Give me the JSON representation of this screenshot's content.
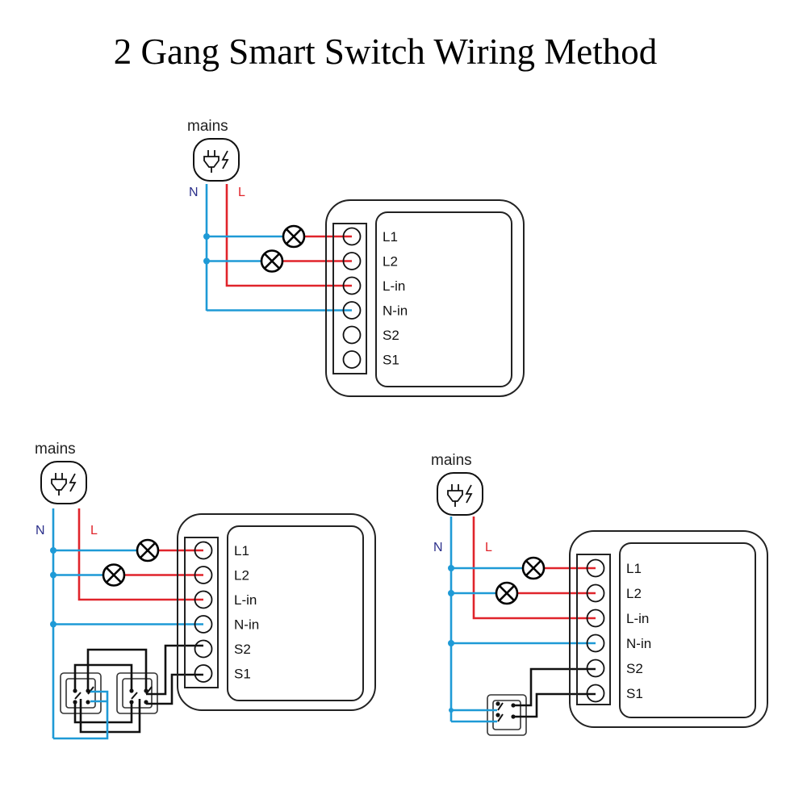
{
  "title": "2 Gang Smart Switch Wiring Method",
  "colors": {
    "neutral_wire": "#1e9ad6",
    "live_wire": "#e0242b",
    "switch_wire": "#111111",
    "outline": "#222222",
    "neutral_label": "#2b2f8a",
    "live_label": "#e0242b"
  },
  "diagrams": [
    {
      "id": "no-switch",
      "description": "Module wired to mains with two lamps, no external switch",
      "mains_label": "mains",
      "neutral_label": "N",
      "live_label": "L",
      "mains_icon": "plug-lightning-icon",
      "lamp_icon": "lamp-icon",
      "terminals": [
        "L1",
        "L2",
        "L-in",
        "N-in",
        "S2",
        "S1"
      ],
      "external_switch": "none"
    },
    {
      "id": "two-way-switches",
      "description": "Module with two double two-way (3-way) switches on S1/S2",
      "mains_label": "mains",
      "neutral_label": "N",
      "live_label": "L",
      "mains_icon": "plug-lightning-icon",
      "lamp_icon": "lamp-icon",
      "terminals": [
        "L1",
        "L2",
        "L-in",
        "N-in",
        "S2",
        "S1"
      ],
      "external_switch": "two double two-way switches"
    },
    {
      "id": "double-switch",
      "description": "Module with a single double-gang switch on S1/S2",
      "mains_label": "mains",
      "neutral_label": "N",
      "live_label": "L",
      "mains_icon": "plug-lightning-icon",
      "lamp_icon": "lamp-icon",
      "terminals": [
        "L1",
        "L2",
        "L-in",
        "N-in",
        "S2",
        "S1"
      ],
      "external_switch": "one double-gang switch"
    }
  ]
}
